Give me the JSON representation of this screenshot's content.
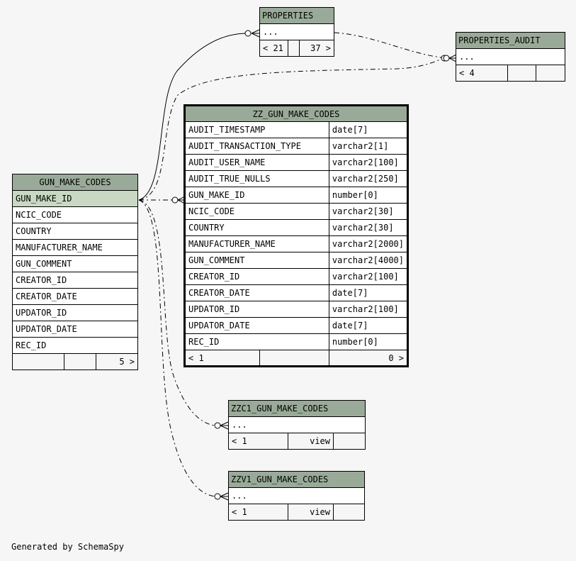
{
  "tables": {
    "properties": {
      "name": "PROPERTIES",
      "row": "...",
      "footer": [
        "< 21",
        "",
        "37 >"
      ]
    },
    "properties_audit": {
      "name": "PROPERTIES_AUDIT",
      "row": "...",
      "footer": [
        "< 4",
        "",
        ""
      ]
    },
    "gun_make_codes": {
      "name": "GUN_MAKE_CODES",
      "columns": [
        "GUN_MAKE_ID",
        "NCIC_CODE",
        "COUNTRY",
        "MANUFACTURER_NAME",
        "GUN_COMMENT",
        "CREATOR_ID",
        "CREATOR_DATE",
        "UPDATOR_ID",
        "UPDATOR_DATE",
        "REC_ID"
      ],
      "footer": [
        "",
        "",
        "5 >"
      ]
    },
    "zz_gun_make_codes": {
      "name": "ZZ_GUN_MAKE_CODES",
      "columns": [
        {
          "name": "AUDIT_TIMESTAMP",
          "type": "date[7]"
        },
        {
          "name": "AUDIT_TRANSACTION_TYPE",
          "type": "varchar2[1]"
        },
        {
          "name": "AUDIT_USER_NAME",
          "type": "varchar2[100]"
        },
        {
          "name": "AUDIT_TRUE_NULLS",
          "type": "varchar2[250]"
        },
        {
          "name": "GUN_MAKE_ID",
          "type": "number[0]"
        },
        {
          "name": "NCIC_CODE",
          "type": "varchar2[30]"
        },
        {
          "name": "COUNTRY",
          "type": "varchar2[30]"
        },
        {
          "name": "MANUFACTURER_NAME",
          "type": "varchar2[2000]"
        },
        {
          "name": "GUN_COMMENT",
          "type": "varchar2[4000]"
        },
        {
          "name": "CREATOR_ID",
          "type": "varchar2[100]"
        },
        {
          "name": "CREATOR_DATE",
          "type": "date[7]"
        },
        {
          "name": "UPDATOR_ID",
          "type": "varchar2[100]"
        },
        {
          "name": "UPDATOR_DATE",
          "type": "date[7]"
        },
        {
          "name": "REC_ID",
          "type": "number[0]"
        }
      ],
      "footer": [
        "< 1",
        "",
        "0 >"
      ]
    },
    "zzc1_gun_make_codes": {
      "name": "ZZC1_GUN_MAKE_CODES",
      "row": "...",
      "footer": [
        "< 1",
        "view",
        ""
      ]
    },
    "zzv1_gun_make_codes": {
      "name": "ZZV1_GUN_MAKE_CODES",
      "row": "...",
      "footer": [
        "< 1",
        "view",
        ""
      ]
    }
  },
  "footer_note": "Generated by SchemaSpy",
  "colors": {
    "background": "#f6f6f6",
    "header": "#9aaa98",
    "primary_key_row": "#c8d8c2",
    "border": "#000000"
  }
}
